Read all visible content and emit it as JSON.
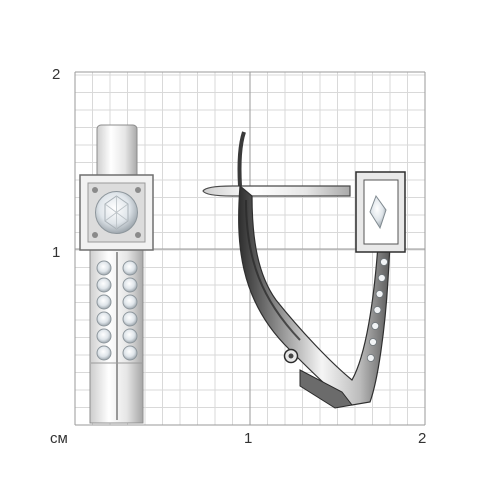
{
  "scale": {
    "unit": "см",
    "y_labels": [
      "2",
      "1"
    ],
    "x_labels": [
      "1",
      "2"
    ]
  },
  "colors": {
    "grid_minor": "#d9d9d9",
    "grid_major": "#9a9a9a",
    "metal_light": "#f4f4f4",
    "metal_mid": "#bdbdbd",
    "metal_dark": "#3a3a3a",
    "stone": "#e9eef2"
  },
  "icons": [
    "earring-front-view",
    "earring-side-view",
    "round-diamond",
    "small-stone-pave"
  ]
}
